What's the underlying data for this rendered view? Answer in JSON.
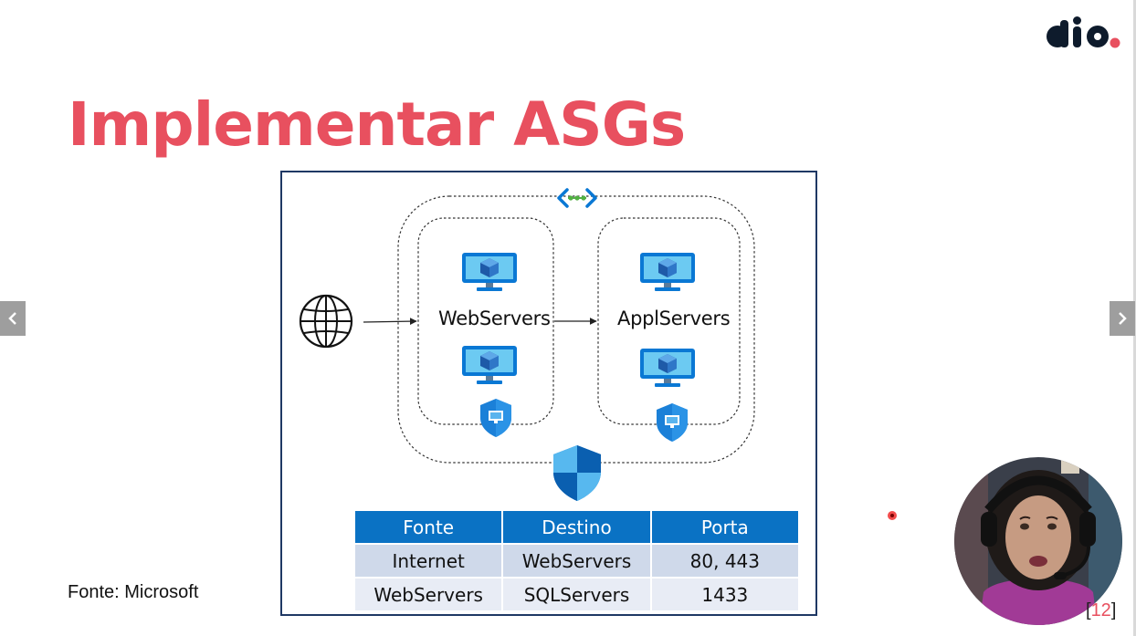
{
  "brand": {
    "logo_text": "dio.",
    "accent": "#e8505f",
    "table_header_color": "#0a72c4"
  },
  "slide": {
    "title": "Implementar ASGs",
    "page_number": "12",
    "source": "Fonte: Microsoft"
  },
  "diagram": {
    "groups": [
      {
        "label": "WebServers"
      },
      {
        "label": "ApplServers"
      }
    ],
    "icons": [
      "globe-icon",
      "vnet-peering-icon",
      "vm-icon",
      "asg-shield-icon",
      "nsg-shield-icon"
    ]
  },
  "table": {
    "headers": [
      "Fonte",
      "Destino",
      "Porta"
    ],
    "rows": [
      [
        "Internet",
        "WebServers",
        "80, 443"
      ],
      [
        "WebServers",
        "SQLServers",
        "1433"
      ]
    ]
  },
  "navigation": {
    "prev_icon": "chevron-left-icon",
    "next_icon": "chevron-right-icon"
  }
}
